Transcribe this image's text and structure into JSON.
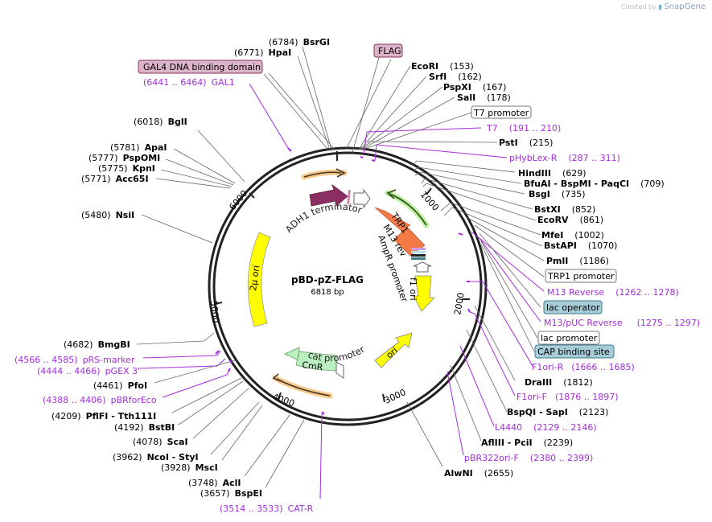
{
  "plasmid": {
    "name": "pBD-pZ-FLAG",
    "length_label": "6818 bp"
  },
  "watermark": {
    "prefix": "Created by",
    "brand": "SnapGene"
  },
  "colors": {
    "primer": "#a52cdc",
    "ring": "#222222",
    "feature_box_pink": "#dcb4c8",
    "feature_box_blue": "#a7cdd8"
  },
  "ticks": [
    "1000",
    "2000",
    "3000",
    "4000",
    "5000",
    "6000"
  ],
  "enzymes": [
    {
      "pos": "(6784)",
      "name": "BsrGI"
    },
    {
      "pos": "(6771)",
      "name": "HpaI"
    },
    {
      "pos": "(6018)",
      "name": "BglI"
    },
    {
      "pos": "(5781)",
      "name": "ApaI"
    },
    {
      "pos": "(5777)",
      "name": "PspOMI"
    },
    {
      "pos": "(5775)",
      "name": "KpnI"
    },
    {
      "pos": "(5771)",
      "name": "Acc65I"
    },
    {
      "pos": "(5480)",
      "name": "NsiI"
    },
    {
      "pos": "(4682)",
      "name": "BmgBI"
    },
    {
      "pos": "(4461)",
      "name": "PfoI"
    },
    {
      "pos": "(4209)",
      "name": "PflFI  - Tth111I"
    },
    {
      "pos": "(4192)",
      "name": "BstBI"
    },
    {
      "pos": "(4078)",
      "name": "ScaI"
    },
    {
      "pos": "(3962)",
      "name": "NcoI  - StyI"
    },
    {
      "pos": "(3928)",
      "name": "MscI"
    },
    {
      "pos": "(3748)",
      "name": "AclI"
    },
    {
      "pos": "(3657)",
      "name": "BspEI"
    },
    {
      "pos": "(153)",
      "name": "EcoRI"
    },
    {
      "pos": "(162)",
      "name": "SrfI"
    },
    {
      "pos": "(167)",
      "name": "PspXI"
    },
    {
      "pos": "(178)",
      "name": "SalI"
    },
    {
      "pos": "(215)",
      "name": "PstI"
    },
    {
      "pos": "(629)",
      "name": "HindIII"
    },
    {
      "pos": "(709)",
      "name": "BfuAI  - BspMI  - PaqCI"
    },
    {
      "pos": "(735)",
      "name": "BsgI"
    },
    {
      "pos": "(852)",
      "name": "BstXI"
    },
    {
      "pos": "(861)",
      "name": "EcoRV"
    },
    {
      "pos": "(1002)",
      "name": "MfeI"
    },
    {
      "pos": "(1070)",
      "name": "BstAPI"
    },
    {
      "pos": "(1186)",
      "name": "PmlI"
    },
    {
      "pos": "(1812)",
      "name": "DraIII"
    },
    {
      "pos": "(2123)",
      "name": "BspQI  - SapI"
    },
    {
      "pos": "(2239)",
      "name": "AflIII  - PciI"
    },
    {
      "pos": "(2655)",
      "name": "AlwNI"
    }
  ],
  "primers": [
    {
      "range": "(6441 .. 6464)",
      "name": "GAL1"
    },
    {
      "range": "(4566 .. 4585)",
      "name": "pRS-marker"
    },
    {
      "range": "(4444 .. 4466)",
      "name": "pGEX 3'"
    },
    {
      "range": "(4388 .. 4406)",
      "name": "pBRforEco"
    },
    {
      "range": "(3514 .. 3533)",
      "name": "CAT-R"
    },
    {
      "range": "(191 .. 210)",
      "name": "T7"
    },
    {
      "range": "(287 .. 311)",
      "name": "pHybLex-R"
    },
    {
      "range": "(1262 .. 1278)",
      "name": "M13 Reverse"
    },
    {
      "range": "(1275 .. 1297)",
      "name": "M13/pUC Reverse"
    },
    {
      "range": "(1666 .. 1685)",
      "name": "F1ori-R"
    },
    {
      "range": "(1876 .. 1897)",
      "name": "F1ori-F"
    },
    {
      "range": "(2129 .. 2146)",
      "name": "L4440"
    },
    {
      "range": "(2380 .. 2399)",
      "name": "pBR322ori-F"
    }
  ],
  "feature_boxes": [
    {
      "label": "GAL4 DNA binding domain",
      "style": "pink"
    },
    {
      "label": "FLAG",
      "style": "pink"
    },
    {
      "label": "T7 promoter",
      "style": "white"
    },
    {
      "label": "TRP1 promoter",
      "style": "white"
    },
    {
      "label": "lac operator",
      "style": "blue"
    },
    {
      "label": "lac promoter",
      "style": "white"
    },
    {
      "label": "CAP binding site",
      "style": "blue"
    }
  ],
  "inner_labels": {
    "adh1": "ADH1 terminator",
    "trp1": "TRP1",
    "m13rev": "M13 rev",
    "ampr_promoter": "AmpR promoter",
    "f1ori": "f1 ori",
    "ori": "ori",
    "two_mu": "2µ ori",
    "cat_promoter": "cat promoter",
    "cmr": "CmR"
  }
}
